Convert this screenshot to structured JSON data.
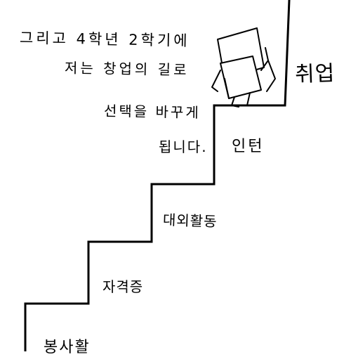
{
  "narration": {
    "line1": "그리고 4학년 2학기에",
    "line2": "저는 창업의 길로",
    "line3": "선택을 바꾸게",
    "line4": "됩니다."
  },
  "steps": {
    "bottom": "봉사활",
    "certifications": "자격증",
    "activities": "대외활동",
    "internship": "인턴",
    "top": "취업"
  },
  "icons": {
    "character": "box-head-character-icon"
  },
  "colors": {
    "ink": "#000000",
    "paper": "#ffffff"
  }
}
